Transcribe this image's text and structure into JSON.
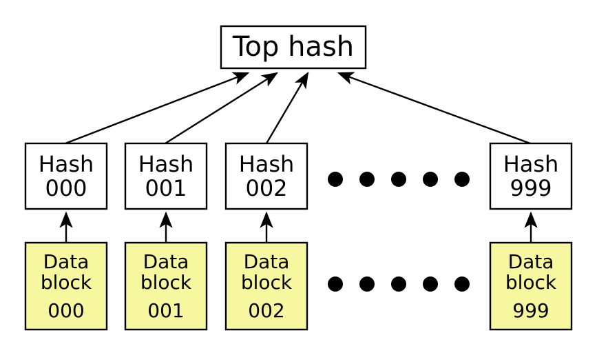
{
  "diagram": {
    "title": "Top hash",
    "background_color": "#ffffff",
    "stroke_color": "#000000",
    "data_block_fill": "#f7f7a0",
    "hash_fill": "#ffffff",
    "root": {
      "label": "Top hash",
      "name": "top-hash-box"
    },
    "hash_nodes": [
      {
        "line1": "Hash",
        "line2": "000",
        "name": "hash-box-000"
      },
      {
        "line1": "Hash",
        "line2": "001",
        "name": "hash-box-001"
      },
      {
        "line1": "Hash",
        "line2": "002",
        "name": "hash-box-002"
      },
      {
        "line1": "Hash",
        "line2": "999",
        "name": "hash-box-999"
      }
    ],
    "data_nodes": [
      {
        "line1": "Data",
        "line2": "block",
        "line3": "000",
        "name": "data-block-000"
      },
      {
        "line1": "Data",
        "line2": "block",
        "line3": "001",
        "name": "data-block-001"
      },
      {
        "line1": "Data",
        "line2": "block",
        "line3": "002",
        "name": "data-block-002"
      },
      {
        "line1": "Data",
        "line2": "block",
        "line3": "999",
        "name": "data-block-999"
      }
    ],
    "ellipsis": {
      "dot_count": 5,
      "rows": [
        "hash-row-ellipsis",
        "data-row-ellipsis"
      ]
    },
    "edges": {
      "hash_to_root_count": 4,
      "data_to_hash_count": 4
    }
  }
}
